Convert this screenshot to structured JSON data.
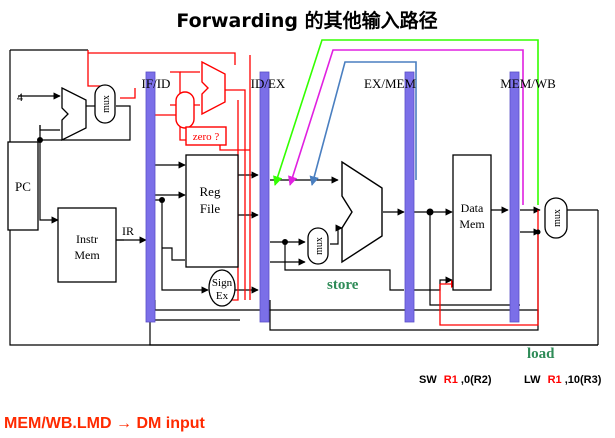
{
  "title": "Forwarding 的其他输入路径",
  "stages": {
    "if_id": "IF/ID",
    "id_ex": "ID/EX",
    "ex_mem": "EX/MEM",
    "mem_wb": "MEM/WB"
  },
  "blocks": {
    "pc": "PC",
    "instr_mem_line1": "Instr",
    "instr_mem_line2": "Mem",
    "reg_file_line1": "Reg",
    "reg_file_line2": "File",
    "sign_ext_line1": "Sign",
    "sign_ext_line2": "Ex",
    "data_mem_line1": "Data",
    "data_mem_line2": "Mem",
    "zero_test": "zero ?",
    "mux": "mux",
    "constant_four": "4",
    "ir_label": "IR"
  },
  "annotations": {
    "store": "store",
    "load": "load",
    "sw_op": "SW",
    "sw_reg": "R1",
    "sw_rest": ",0(R2)",
    "lw_op": "LW",
    "lw_reg": "R1",
    "lw_rest": ",10(R3)"
  },
  "caption": {
    "source": "MEM/WB.LMD",
    "arrow": "→",
    "target": "DM input"
  },
  "colors": {
    "red_path": "#ff0000",
    "green_path": "#33ff00",
    "magenta_path": "#e020e0",
    "blue_path": "#4a7fc0",
    "pipeline_register": "#7b6fe8",
    "annotation_green": "#2e8b57",
    "caption_red": "#ff2a00"
  }
}
